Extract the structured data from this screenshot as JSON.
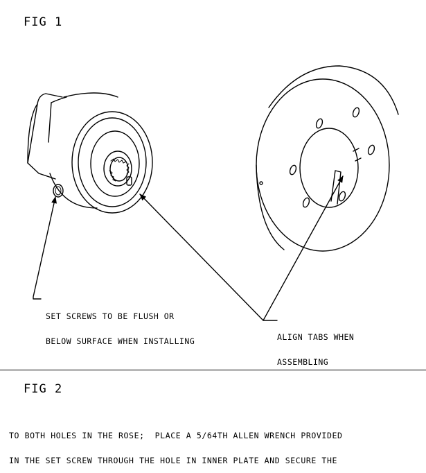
{
  "fig1": {
    "title": "FIG 1",
    "callout_set_screw": {
      "line1": "SET SCREWS TO BE FLUSH OR",
      "line2": "BELOW SURFACE WHEN INSTALLING"
    },
    "callout_align": {
      "line1": "ALIGN TABS WHEN",
      "line2": "ASSEMBLING"
    }
  },
  "fig2": {
    "title": "FIG 2",
    "instructions": {
      "line1": "TO BOTH HOLES IN THE ROSE;  PLACE A 5/64TH ALLEN WRENCH PROVIDED",
      "line2": "IN THE SET SCREW THROUGH THE HOLE IN INNER PLATE AND SECURE THE"
    }
  },
  "colors": {
    "line": "#000000",
    "background": "#ffffff"
  }
}
